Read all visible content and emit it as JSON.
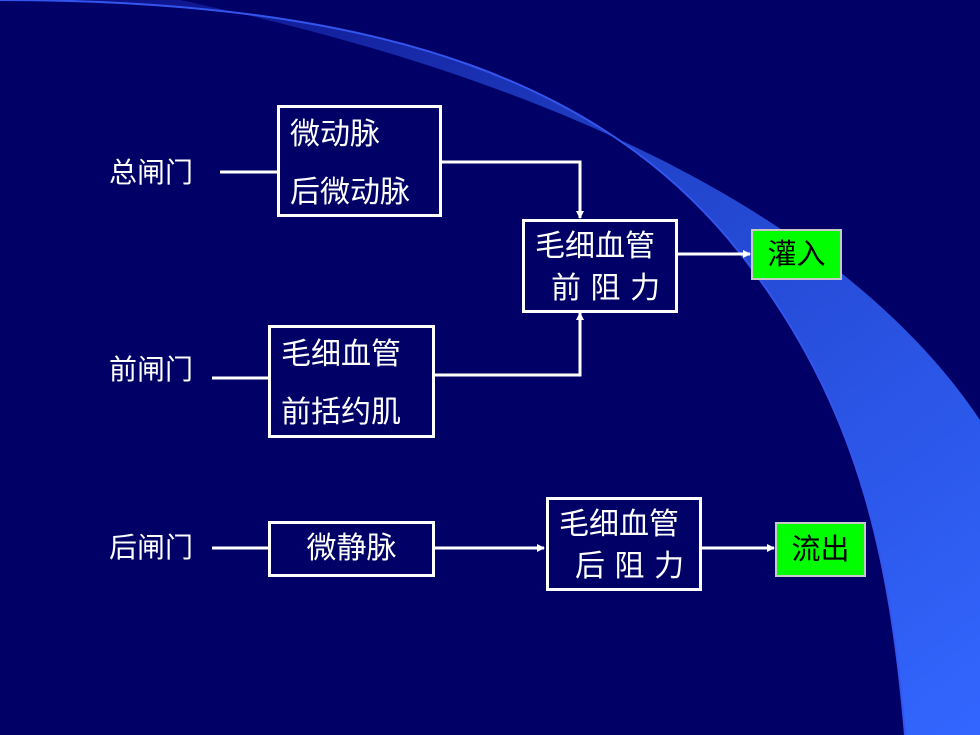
{
  "gates": {
    "total": "总闸门",
    "front": "前闸门",
    "back": "后闸门"
  },
  "boxes": {
    "arteriole": {
      "line1": "微动脉",
      "line2": "后微动脉"
    },
    "sphincter": {
      "line1": "毛细血管",
      "line2": "前括约肌"
    },
    "venule": {
      "text": "微静脉"
    },
    "pre_resistance": {
      "line1": "毛细血管",
      "line2": "前 阻 力"
    },
    "post_resistance": {
      "line1": "毛细血管",
      "line2": "后 阻 力"
    }
  },
  "outputs": {
    "inflow": "灌入",
    "outflow": "流出"
  },
  "colors": {
    "background": "#000066",
    "accent_blue": "#3366ff",
    "output_fill": "#00ff00"
  }
}
